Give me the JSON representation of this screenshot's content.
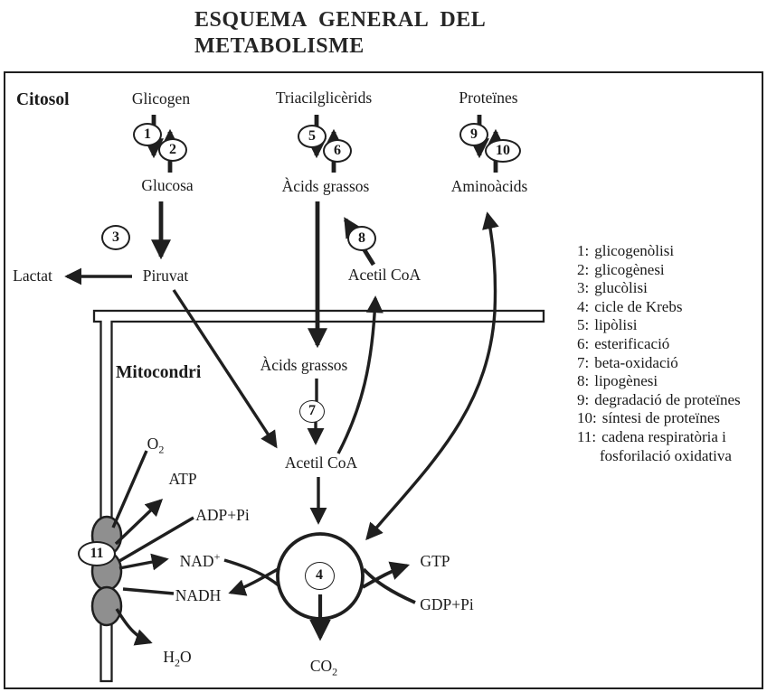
{
  "title": {
    "line1": "ESQUEMA GENERAL DEL",
    "line2": "METABOLISME"
  },
  "regions": {
    "cytosol": "Citosol",
    "mitochondrion": "Mitocondri"
  },
  "nodes": {
    "glicogen": "Glicogen",
    "triacilglicerids": "Triacilglicèrids",
    "proteines": "Proteïnes",
    "glucosa": "Glucosa",
    "acids_grassos_cytosol": "Àcids grassos",
    "aminoacids": "Aminoàcids",
    "lactat": "Lactat",
    "piruvat": "Piruvat",
    "acetil_coa_cytosol": "Acetil CoA",
    "acids_grassos_mitochondria": "Àcids grassos",
    "acetil_coa_mitochondria": "Acetil CoA"
  },
  "molecules": {
    "o2": {
      "base": "O",
      "sub": "2"
    },
    "atp": "ATP",
    "adp_pi": "ADP+Pi",
    "nad": {
      "base": "NAD",
      "sup": "+"
    },
    "nadh": "NADH",
    "h2o": {
      "p1": "H",
      "sub": "2",
      "p2": "O"
    },
    "gtp": "GTP",
    "gdp_pi": "GDP+Pi",
    "co2": {
      "base": "CO",
      "sub": "2"
    }
  },
  "steps": {
    "s1": "1",
    "s2": "2",
    "s3": "3",
    "s4": "4",
    "s5": "5",
    "s6": "6",
    "s7": "7",
    "s8": "8",
    "s9": "9",
    "s10": "10",
    "s11": "11"
  },
  "legend": {
    "items": [
      {
        "num": "1:",
        "text": "glicogenòlisi"
      },
      {
        "num": "2:",
        "text": "glicogènesi"
      },
      {
        "num": "3:",
        "text": "glucòlisi"
      },
      {
        "num": "4:",
        "text": "cicle de Krebs"
      },
      {
        "num": "5:",
        "text": "lipòlisi"
      },
      {
        "num": "6:",
        "text": "esterificació"
      },
      {
        "num": "7:",
        "text": "beta-oxidació"
      },
      {
        "num": "8:",
        "text": "lipogènesi"
      },
      {
        "num": "9:",
        "text": "degradació de proteïnes"
      },
      {
        "num": "10:",
        "text": "síntesi de proteïnes"
      },
      {
        "num": "11:",
        "text": "cadena respiratòria  i",
        "text2": "fosforilació oxidativa"
      }
    ]
  },
  "colors": {
    "ink": "#1f1f1f",
    "membrane_protein_fill": "#8f8f8f",
    "background": "#ffffff"
  }
}
